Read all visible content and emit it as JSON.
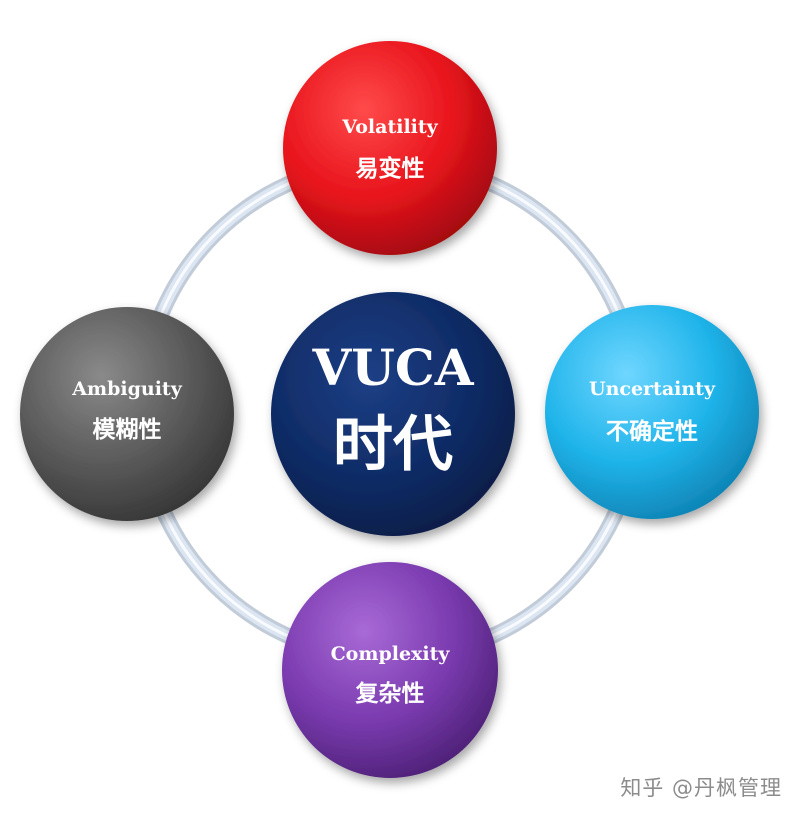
{
  "center": {
    "line1": "VUCA",
    "line2": "时代",
    "color": "#0e2a63"
  },
  "nodes": {
    "volatility": {
      "en": "Volatility",
      "zh": "易变性",
      "color": "#e8141c"
    },
    "uncertainty": {
      "en": "Uncertainty",
      "zh": "不确定性",
      "color": "#1fb4ea"
    },
    "complexity": {
      "en": "Complexity",
      "zh": "复杂性",
      "color": "#7b3bb0"
    },
    "ambiguity": {
      "en": "Ambiguity",
      "zh": "模糊性",
      "color": "#5a5a5a"
    }
  },
  "ring_color": "#b8c9dc",
  "watermark": "知乎 @丹枫管理"
}
